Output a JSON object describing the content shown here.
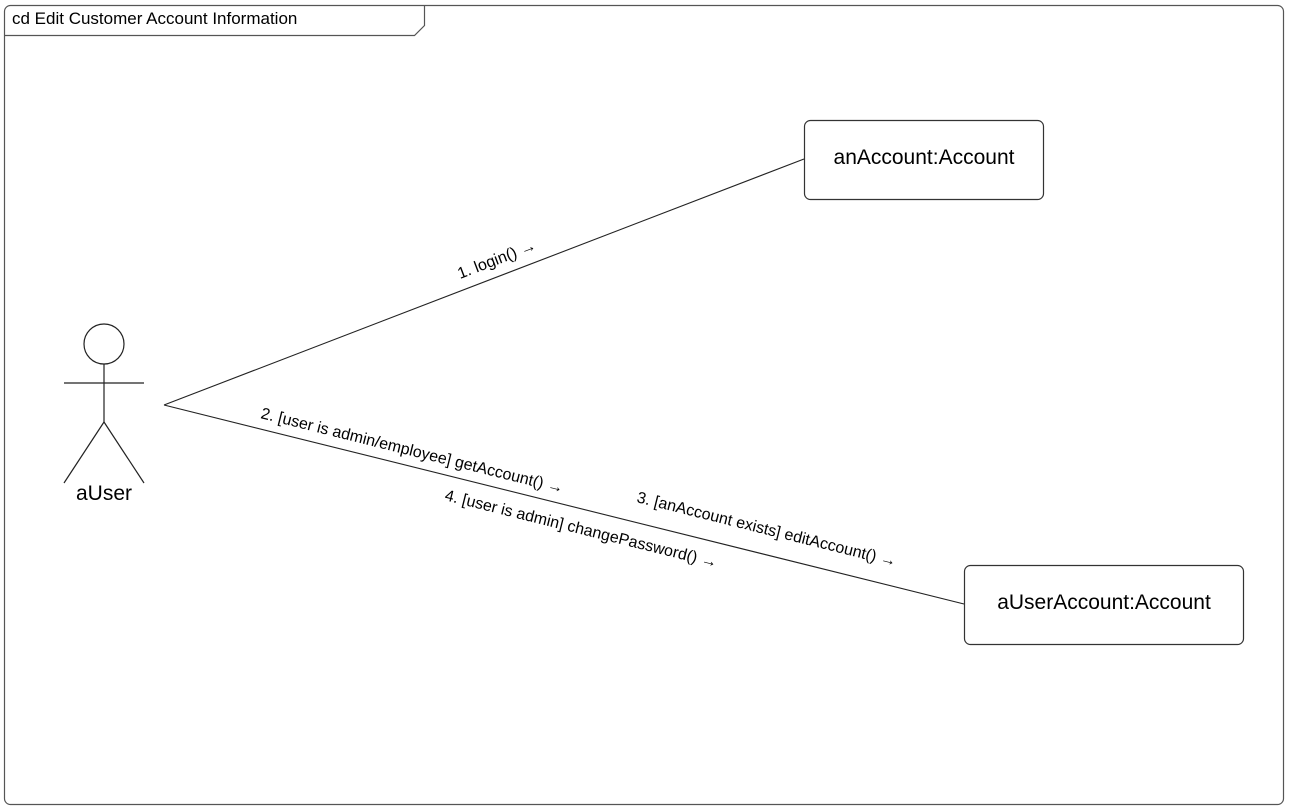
{
  "frame": {
    "title": "cd Edit Customer Account Information"
  },
  "actor": {
    "name": "aUser"
  },
  "objects": {
    "an_account": {
      "label": "anAccount:Account"
    },
    "user_account": {
      "label": "aUserAccount:Account"
    }
  },
  "messages": {
    "login": "1. login() →",
    "get_account": "2.  [user is admin/employee] getAccount()  →",
    "edit_account": "3. [anAccount exists] editAccount()  →",
    "change_password": "4. [user is admin] changePassword() →"
  }
}
